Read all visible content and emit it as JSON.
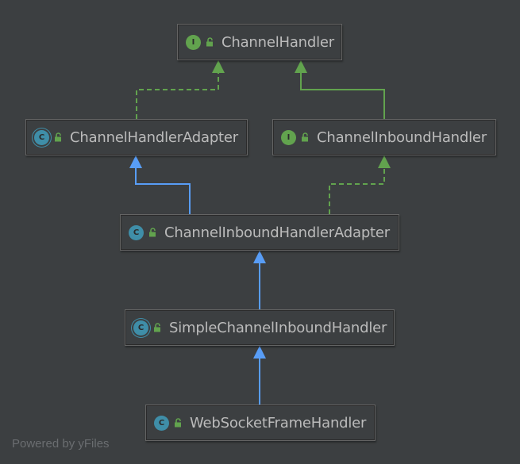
{
  "nodes": [
    {
      "id": "channel-handler",
      "label": "ChannelHandler",
      "kind": "interface",
      "badge": "I"
    },
    {
      "id": "channel-handler-adapter",
      "label": "ChannelHandlerAdapter",
      "kind": "abstract",
      "badge": "C"
    },
    {
      "id": "channel-inbound-handler",
      "label": "ChannelInboundHandler",
      "kind": "interface",
      "badge": "I"
    },
    {
      "id": "channel-inbound-handler-adapter",
      "label": "ChannelInboundHandlerAdapter",
      "kind": "class",
      "badge": "C"
    },
    {
      "id": "simple-channel-inbound-handler",
      "label": "SimpleChannelInboundHandler",
      "kind": "abstract",
      "badge": "C"
    },
    {
      "id": "websocket-frame-handler",
      "label": "WebSocketFrameHandler",
      "kind": "class",
      "badge": "C"
    }
  ],
  "edges": [
    {
      "from": "channel-handler-adapter",
      "to": "channel-handler",
      "type": "implements"
    },
    {
      "from": "channel-inbound-handler",
      "to": "channel-handler",
      "type": "extends-interface"
    },
    {
      "from": "channel-inbound-handler-adapter",
      "to": "channel-handler-adapter",
      "type": "extends"
    },
    {
      "from": "channel-inbound-handler-adapter",
      "to": "channel-inbound-handler",
      "type": "implements"
    },
    {
      "from": "simple-channel-inbound-handler",
      "to": "channel-inbound-handler-adapter",
      "type": "extends"
    },
    {
      "from": "websocket-frame-handler",
      "to": "simple-channel-inbound-handler",
      "type": "extends"
    }
  ],
  "colors": {
    "background": "#3c3f41",
    "interface_badge": "#62a34e",
    "class_badge": "#3f8ea8",
    "lock_icon": "#62a34e",
    "extends_edge": "#589df6",
    "implements_edge": "#62a34e",
    "label_text": "#bbbbbb"
  },
  "watermark": "Powered by yFiles"
}
